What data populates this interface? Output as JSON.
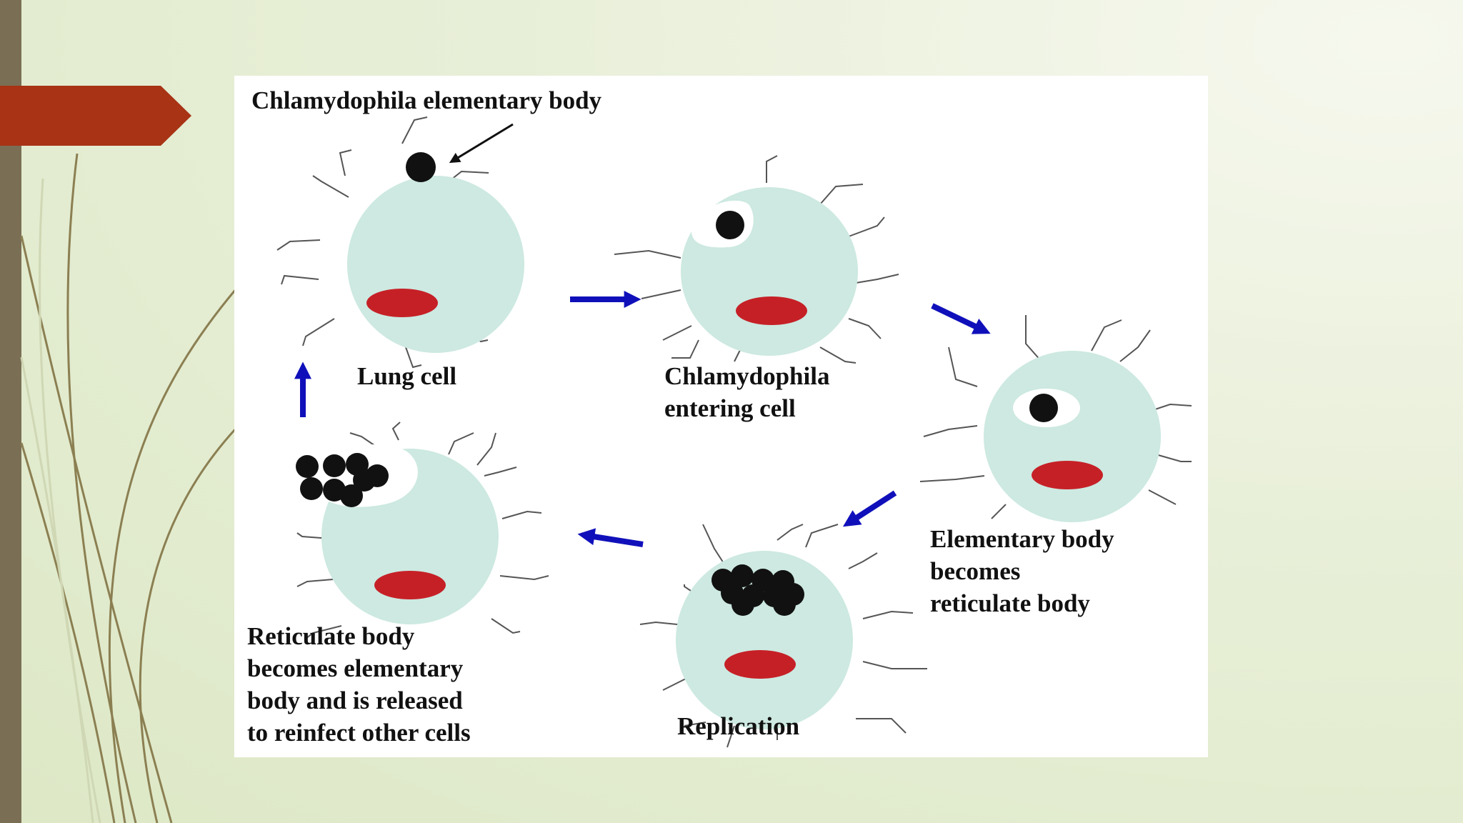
{
  "diagram": {
    "title_label": "Chlamydophila elementary body",
    "cells": [
      {
        "lines": [
          "Lung cell"
        ]
      },
      {
        "lines": [
          "Chlamydophila",
          "entering cell"
        ]
      },
      {
        "lines": [
          "Elementary body",
          "becomes",
          "reticulate body"
        ]
      },
      {
        "lines": [
          "Replication"
        ]
      },
      {
        "lines": [
          "Reticulate body",
          "becomes elementary",
          "body and is released",
          "to reinfect other cells"
        ]
      }
    ]
  },
  "colors": {
    "cell_fill": "#cde9e1",
    "nucleus": "#c62027",
    "arrow": "#1010bb",
    "accent": "#a83315",
    "left_bar": "#7a6f55"
  },
  "icons": [
    "arrow-right-icon",
    "arrow-down-right-icon",
    "arrow-down-left-icon",
    "arrow-left-icon",
    "arrow-up-icon"
  ]
}
